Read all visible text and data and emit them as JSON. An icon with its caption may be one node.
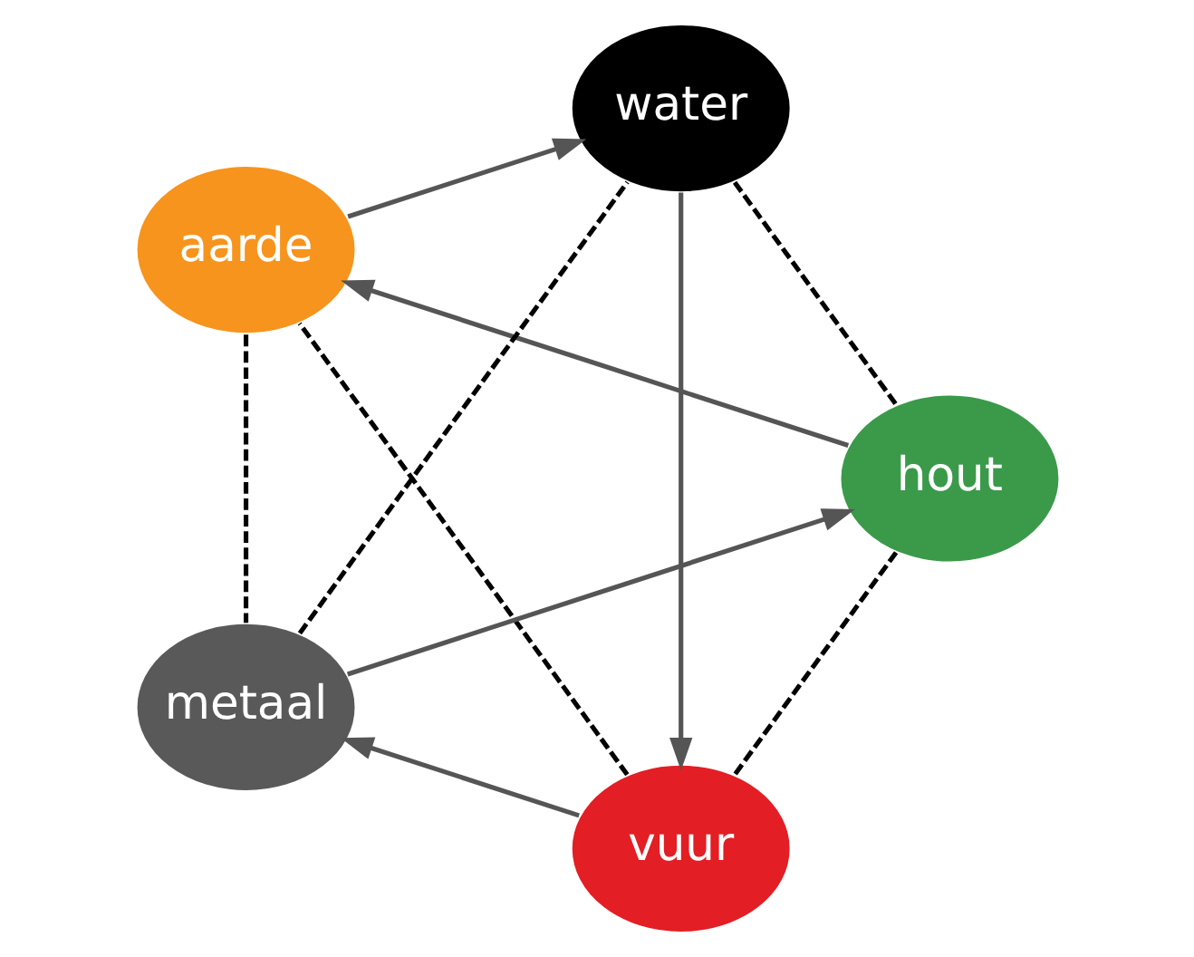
{
  "diagram": {
    "nodes": [
      {
        "text": [
          "vuur"
        ]
      },
      {
        "text": [
          "hout"
        ]
      },
      {
        "text": [
          "aarde"
        ]
      },
      {
        "text": [
          "water"
        ]
      },
      {
        "text": [
          "metaal"
        ]
      }
    ],
    "edges": [
      {
        "from": 0,
        "to": 2,
        "arrow": "none",
        "style": "dashed"
      },
      {
        "from": 2,
        "to": 4,
        "arrow": "none",
        "style": "dashed"
      },
      {
        "from": 4,
        "to": 3,
        "arrow": "none",
        "style": "dashed"
      },
      {
        "from": 3,
        "to": 1,
        "arrow": "none",
        "style": "dashed"
      },
      {
        "from": 1,
        "to": 0,
        "arrow": "none",
        "style": "dashed"
      },
      {
        "from": 1,
        "to": 2,
        "arrow": "to",
        "color": "#555555"
      },
      {
        "from": 2,
        "to": 3,
        "arrow": "to",
        "color": "#555555"
      },
      {
        "from": 3,
        "to": 0,
        "arrow": "to",
        "color": "#555555"
      },
      {
        "from": 0,
        "to": 4,
        "arrow": "to",
        "color": "#555555"
      },
      {
        "from": 4,
        "to": 1,
        "arrow": "to",
        "color": "#555555"
      }
    ]
  }
}
